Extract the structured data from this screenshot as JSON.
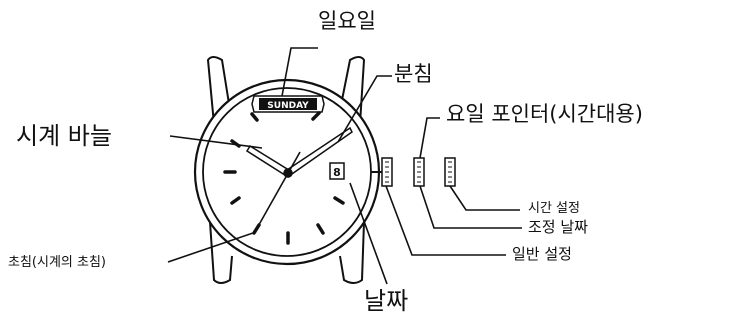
{
  "labels": {
    "day_wheel": "일요일",
    "minute_hand": "분침",
    "day_pointer": "요일 포인터(시간대용)",
    "watch_hands": "시계 바늘",
    "set_time": "시간 설정",
    "set_date": "조정 날짜",
    "normal": "일반 설정",
    "second_hand": "초침(시계의 초침)",
    "date": "날짜"
  },
  "dial": {
    "day_window": "SUNDAY",
    "date_window": "8"
  },
  "colors": {
    "line": "#111111",
    "background": "#ffffff"
  }
}
